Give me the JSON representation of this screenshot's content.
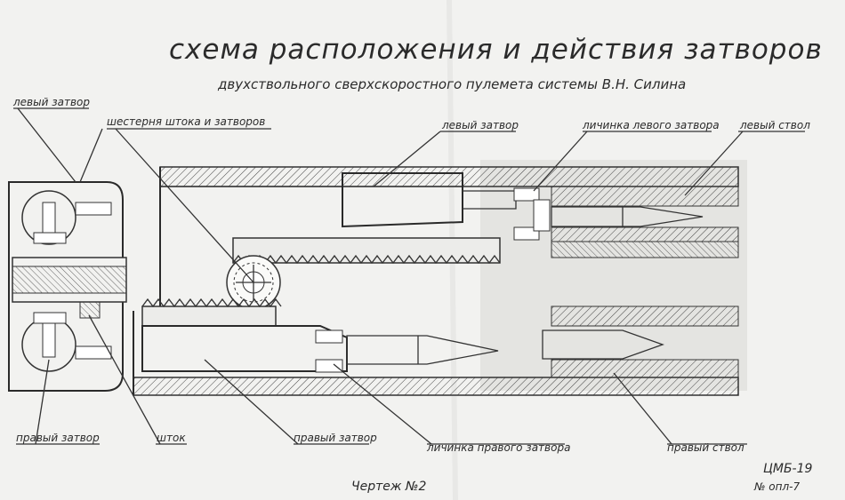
{
  "title": "схема расположения и действия затворов",
  "subtitle": "двухствольного сверхскоростного пулемета системы В.Н. Силина",
  "labels": {
    "left_bolt_side": "левый затвор",
    "gear": "шестерня штока и затворов",
    "left_bolt_top": "левый затвор",
    "left_bolt_lug": "личинка левого затвора",
    "left_barrel": "левый ствол",
    "right_bolt_side": "правый затвор",
    "rod": "шток",
    "right_bolt_bottom": "правый затвор",
    "right_bolt_lug": "личинка правого затвора",
    "right_barrel": "правый ствол"
  },
  "footer": {
    "drawing_number": "Чертеж №2",
    "stamp_1": "ЦМБ-19",
    "stamp_2": "№ опл-7"
  },
  "colors": {
    "ink": "#2b2b2b",
    "paper": "#f2f2f0",
    "shade": "#c9c9c9"
  }
}
